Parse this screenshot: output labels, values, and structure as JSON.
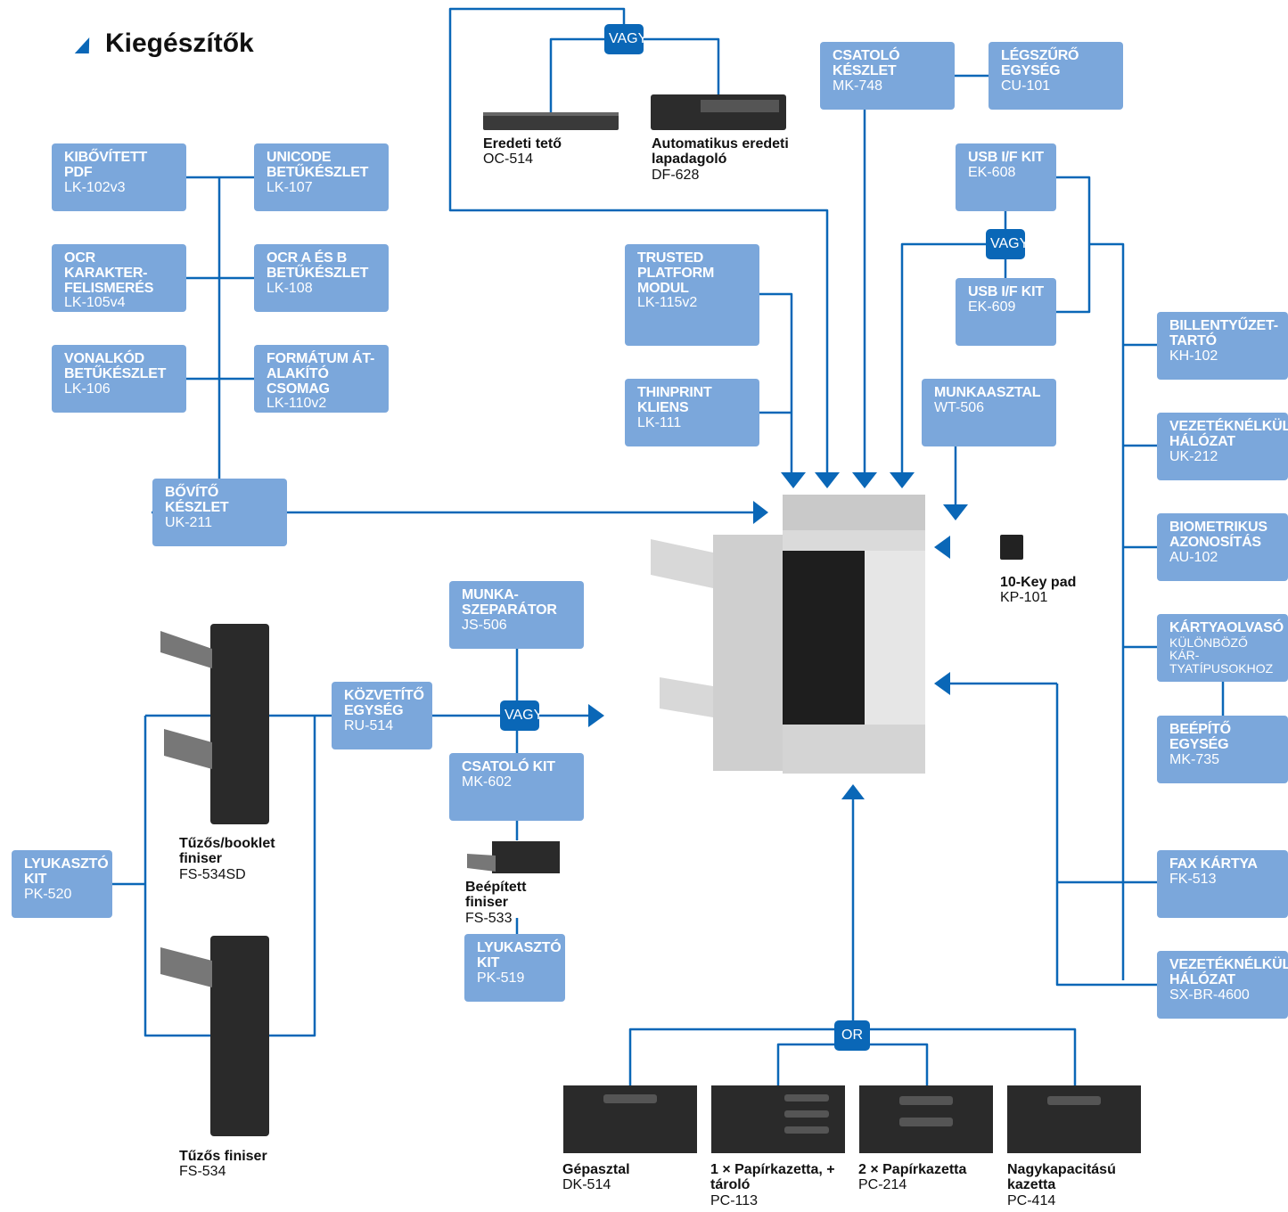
{
  "title": "Kiegészítők",
  "colors": {
    "box": "#7ba7db",
    "pill": "#0a67b7",
    "line": "#0a67b7"
  },
  "pills": {
    "vagy1": "VAGY",
    "vagy2": "VAGY",
    "vagy3": "VAGY",
    "or": "OR"
  },
  "boxes": {
    "lk102": {
      "title": "KIBŐVÍTETT PDF",
      "code": "LK-102v3"
    },
    "lk107": {
      "title": "UNICODE BETŰKÉSZLET",
      "code": "LK-107"
    },
    "lk105": {
      "title": "OCR KARAKTER-FELISMERÉS",
      "code": "LK-105v4"
    },
    "lk108": {
      "title": "OCR A ÉS B BETŰKÉSZLET",
      "code": "LK-108"
    },
    "lk106": {
      "title": "VONALKÓD BETŰKÉSZLET",
      "code": "LK-106"
    },
    "lk110": {
      "title": "FORMÁTUM ÁT-ALAKÍTÓ CSOMAG",
      "code": "LK-110v2"
    },
    "uk211": {
      "title": "BŐVÍTŐ KÉSZLET",
      "code": "UK-211"
    },
    "mk748": {
      "title": "CSATOLÓ KÉSZLET",
      "code": "MK-748"
    },
    "cu101": {
      "title": "LÉGSZŰRŐ EGYSÉG",
      "code": "CU-101"
    },
    "lk115": {
      "title": "TRUSTED PLATFORM MODUL",
      "code": "LK-115v2"
    },
    "lk111": {
      "title": "THINPRINT KLIENS",
      "code": "LK-111"
    },
    "ek608": {
      "title": "USB I/F KIT",
      "code": "EK-608"
    },
    "ek609": {
      "title": "USB I/F KIT",
      "code": "EK-609"
    },
    "wt506": {
      "title": "MUNKAASZTAL",
      "code": "WT-506"
    },
    "kh102": {
      "title": "BILLENTYŰZET-TARTÓ",
      "code": "KH-102"
    },
    "uk212": {
      "title": "VEZETÉKNÉLKÜLI HÁLÓZAT",
      "code": "UK-212"
    },
    "au102": {
      "title": "BIOMETRIKUS AZONOSÍTÁS",
      "code": "AU-102"
    },
    "card": {
      "title": "KÁRTYAOLVASÓ",
      "code": "KÜLÖNBÖZŐ KÁR-TYATÍPUSOKHOZ"
    },
    "mk735": {
      "title": "BEÉPÍTŐ EGYSÉG",
      "code": "MK-735"
    },
    "fk513": {
      "title": "FAX KÁRTYA",
      "code": "FK-513"
    },
    "sxbr": {
      "title": "VEZETÉKNÉLKÜLI HÁLÓZAT",
      "code": "SX-BR-4600"
    },
    "js506": {
      "title": "MUNKA-SZEPARÁTOR",
      "code": "JS-506"
    },
    "ru514": {
      "title": "KÖZVETÍTŐ EGYSÉG",
      "code": "RU-514"
    },
    "mk602": {
      "title": "CSATOLÓ KIT",
      "code": "MK-602"
    },
    "pk519": {
      "title": "LYUKASZTÓ KIT",
      "code": "PK-519"
    },
    "pk520": {
      "title": "LYUKASZTÓ KIT",
      "code": "PK-520"
    }
  },
  "labels": {
    "oc514": {
      "name": "Eredeti tető",
      "code": "OC-514"
    },
    "df628": {
      "name": "Automatikus eredeti lapadagoló",
      "code": "DF-628"
    },
    "kp101": {
      "name": "10-Key pad",
      "code": "KP-101"
    },
    "fs534sd": {
      "name": "Tűzős/booklet finiser",
      "code": "FS-534SD"
    },
    "fs534": {
      "name": "Tűzős finiser",
      "code": "FS-534"
    },
    "fs533": {
      "name": "Beépített finiser",
      "code": "FS-533"
    },
    "dk514": {
      "name": "Gépasztal",
      "code": "DK-514"
    },
    "pc113": {
      "name": "1 × Papírkazetta, + tároló",
      "code": "PC-113"
    },
    "pc214": {
      "name": "2 × Papírkazetta",
      "code": "PC-214"
    },
    "pc414": {
      "name": "Nagykapacitású kazetta",
      "code": "PC-414"
    }
  }
}
